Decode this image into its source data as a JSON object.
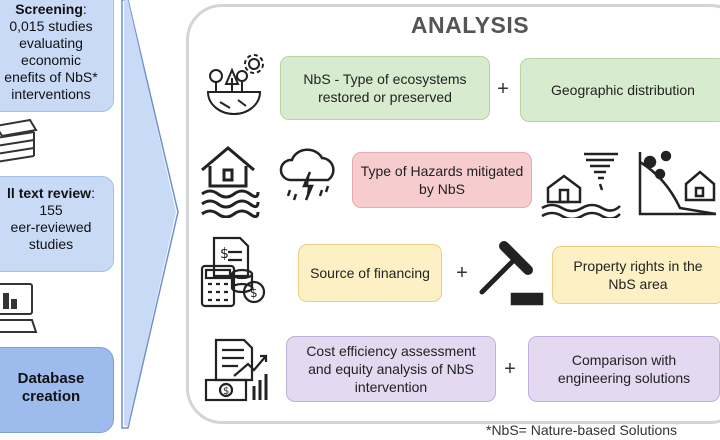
{
  "left": {
    "screening_title": "Screening",
    "screening_text_1": "0,015 studies",
    "screening_text_2": "evaluating",
    "screening_text_3": "economic",
    "screening_text_4": "enefits of NbS*",
    "screening_text_5": "interventions",
    "fulltext_title": "ll text review",
    "fulltext_text_1": "155",
    "fulltext_text_2": "eer-reviewed",
    "fulltext_text_3": "studies",
    "db_text_1": "Database",
    "db_text_2": "creation"
  },
  "analysis": {
    "title": "ANALYSIS",
    "row1": {
      "box1": "NbS - Type of ecosystems restored or preserved",
      "plus": "+",
      "box2": "Geographic distribution"
    },
    "row2": {
      "box1": "Type of Hazards mitigated by NbS"
    },
    "row3": {
      "box1": "Source of financing",
      "plus": "+",
      "box2": "Property rights in the NbS area"
    },
    "row4": {
      "box1": "Cost efficiency assessment and equity analysis of NbS intervention",
      "plus": "+",
      "box2": "Comparison with engineering solutions"
    }
  },
  "footnote": "*NbS= Nature-based Solutions",
  "colors": {
    "green": "#d7ecce",
    "red": "#f6cccf",
    "yellow": "#fdf0c4",
    "purple": "#e4d9f0",
    "blue": "#c9daf7"
  }
}
